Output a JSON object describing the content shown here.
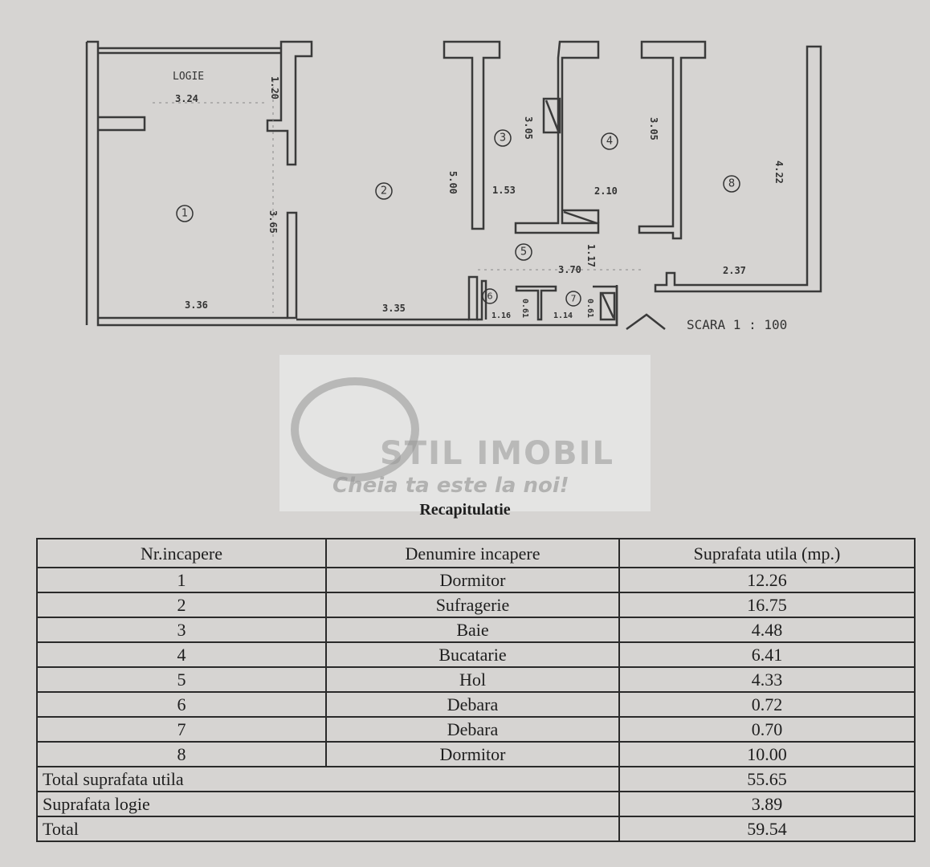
{
  "plan": {
    "logia_label": "LOGIE",
    "rooms": [
      "1",
      "2",
      "3",
      "4",
      "5",
      "6",
      "7",
      "8"
    ],
    "dimensions": {
      "logia_width": "3.24",
      "logia_depth": "1.20",
      "r1_width": "3.36",
      "r1_height": "3.65",
      "r2_width": "3.35",
      "r2_height": "5.00",
      "r3_width": "1.53",
      "r3_height": "3.05",
      "r4_width": "2.10",
      "r4_height": "3.05",
      "r5_width": "3.70",
      "r5_height": "1.17",
      "r6_width": "1.16",
      "r6_height": "0.61",
      "r7_width": "1.14",
      "r7_height": "0.61",
      "r8_width": "2.37",
      "r8_height": "4.22"
    },
    "scale": "SCARA 1 : 100"
  },
  "watermark": {
    "brand": "STIL IMOBIL",
    "slogan": "Cheia ta este la noi!"
  },
  "summary": {
    "title": "Recapitulatie",
    "headers": [
      "Nr.incapere",
      "Denumire incapere",
      "Suprafata utila (mp.)"
    ],
    "rows": [
      {
        "nr": "1",
        "name": "Dormitor",
        "area": "12.26"
      },
      {
        "nr": "2",
        "name": "Sufragerie",
        "area": "16.75"
      },
      {
        "nr": "3",
        "name": "Baie",
        "area": "4.48"
      },
      {
        "nr": "4",
        "name": "Bucatarie",
        "area": "6.41"
      },
      {
        "nr": "5",
        "name": "Hol",
        "area": "4.33"
      },
      {
        "nr": "6",
        "name": "Debara",
        "area": "0.72"
      },
      {
        "nr": "7",
        "name": "Debara",
        "area": "0.70"
      },
      {
        "nr": "8",
        "name": "Dormitor",
        "area": "10.00"
      }
    ],
    "totals": [
      {
        "label": "Total suprafata utila",
        "value": "55.65"
      },
      {
        "label": "Suprafata logie",
        "value": "3.89"
      },
      {
        "label": "Total",
        "value": "59.54"
      }
    ]
  }
}
